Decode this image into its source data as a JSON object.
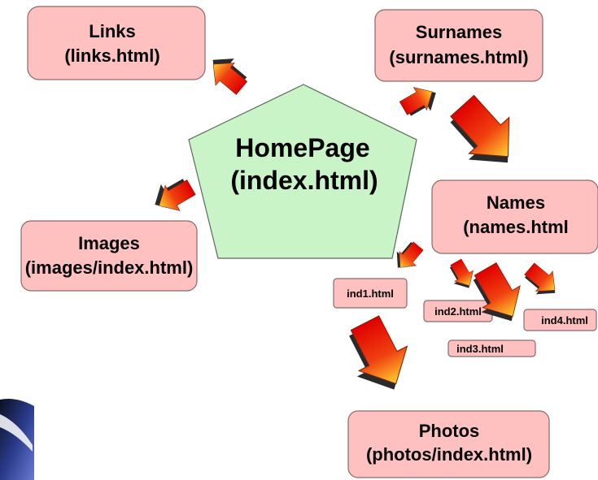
{
  "home": {
    "title": "HomePage",
    "file": "(index.html)"
  },
  "links": {
    "title": "Links",
    "file": "(links.html)"
  },
  "surnames": {
    "title": "Surnames",
    "file": "(surnames.html)"
  },
  "images": {
    "title": "Images",
    "file": "(images/index.html)"
  },
  "names": {
    "title": "Names",
    "file": "(names.html"
  },
  "photos": {
    "title": "Photos",
    "file": "(photos/index.html)"
  },
  "individuals": [
    "ind1.html",
    "ind2.html",
    "ind3.html",
    "ind4.html"
  ],
  "colors": {
    "box_fill": "#ffc0c0",
    "home_fill": "#c8f4c8",
    "arrow_start": "#e00000",
    "arrow_end": "#ffd030"
  }
}
